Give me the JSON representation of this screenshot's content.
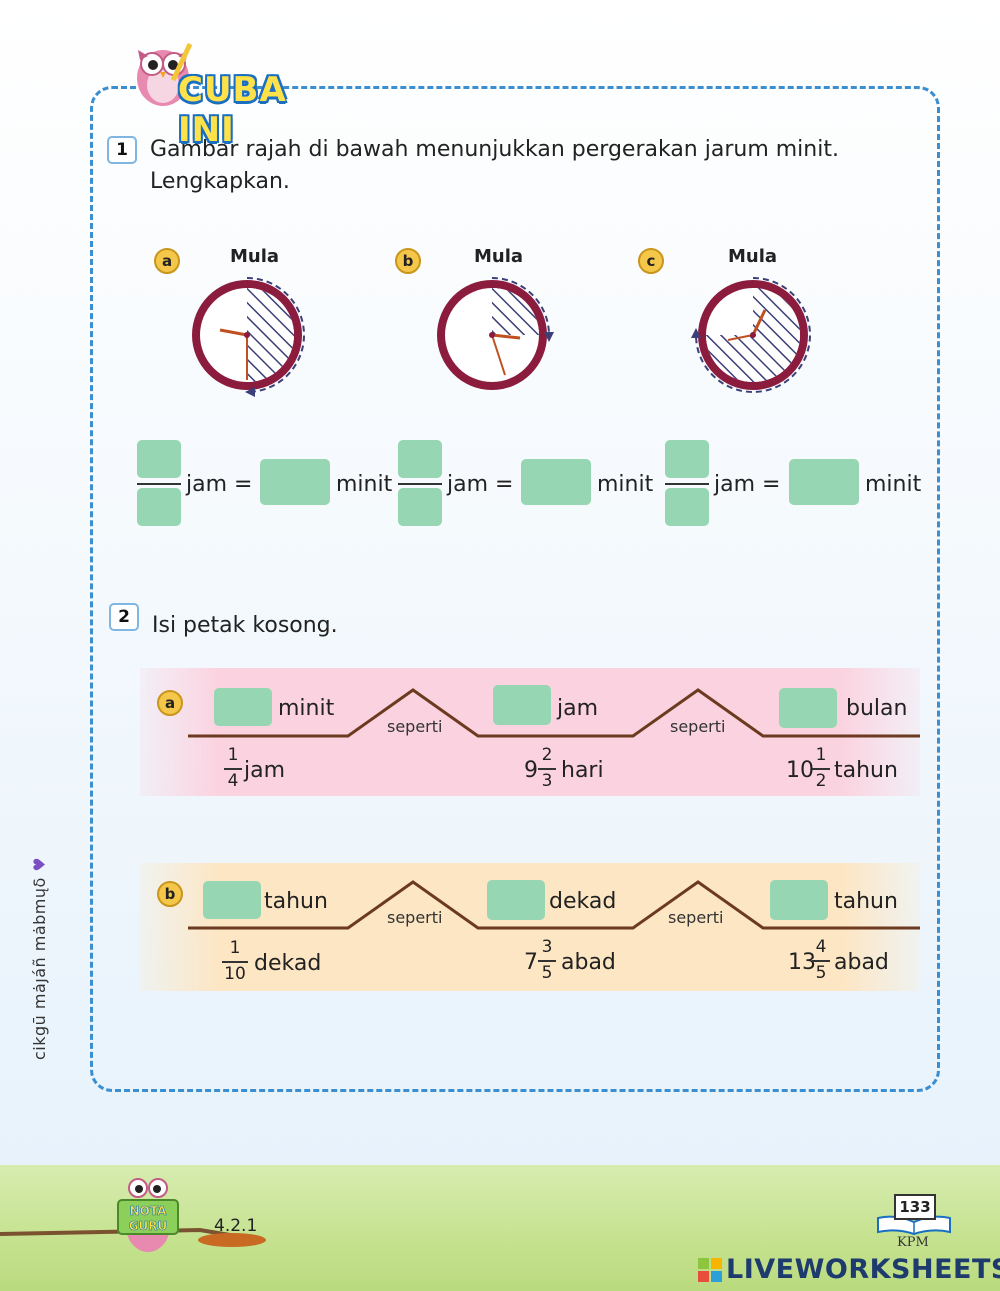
{
  "header": {
    "title": "CUBA INI"
  },
  "q1": {
    "number": "1",
    "text_line1": "Gambar rajah di bawah menunjukkan pergerakan jarum minit.",
    "text_line2": "Lengkapkan.",
    "clocks": [
      {
        "letter": "a",
        "label": "Mula",
        "unit1": "jam =",
        "unit2": "minit"
      },
      {
        "letter": "b",
        "label": "Mula",
        "unit1": "jam =",
        "unit2": "minit"
      },
      {
        "letter": "c",
        "label": "Mula",
        "unit1": "jam =",
        "unit2": "minit"
      }
    ]
  },
  "q2": {
    "number": "2",
    "text": "Isi petak kosong.",
    "a": {
      "letter": "a",
      "top_units": [
        "minit",
        "jam",
        "bulan"
      ],
      "seperti": "seperti",
      "bottom": [
        {
          "whole": "",
          "num": "1",
          "den": "4",
          "unit": "jam"
        },
        {
          "whole": "9",
          "num": "2",
          "den": "3",
          "unit": "hari"
        },
        {
          "whole": "10",
          "num": "1",
          "den": "2",
          "unit": "tahun"
        }
      ]
    },
    "b": {
      "letter": "b",
      "top_units": [
        "tahun",
        "dekad",
        "tahun"
      ],
      "seperti": "seperti",
      "bottom": [
        {
          "whole": "",
          "num": "1",
          "den": "10",
          "unit": "dekad"
        },
        {
          "whole": "7",
          "num": "3",
          "den": "5",
          "unit": "abad"
        },
        {
          "whole": "13",
          "num": "4",
          "den": "5",
          "unit": "abad"
        }
      ]
    }
  },
  "side_text": "cikgū mȧȷáñ mȧbmųδ",
  "footer": {
    "nota_guru": [
      "NOTA",
      "GURU"
    ],
    "code": "4.2.1",
    "page": "133",
    "publisher": "KPM",
    "brand": "LIVEWORKSHEETS"
  },
  "colors": {
    "answer_box": "#96d6b2",
    "frame": "#3b8fd1",
    "clock_rim": "#8b1c3d"
  }
}
